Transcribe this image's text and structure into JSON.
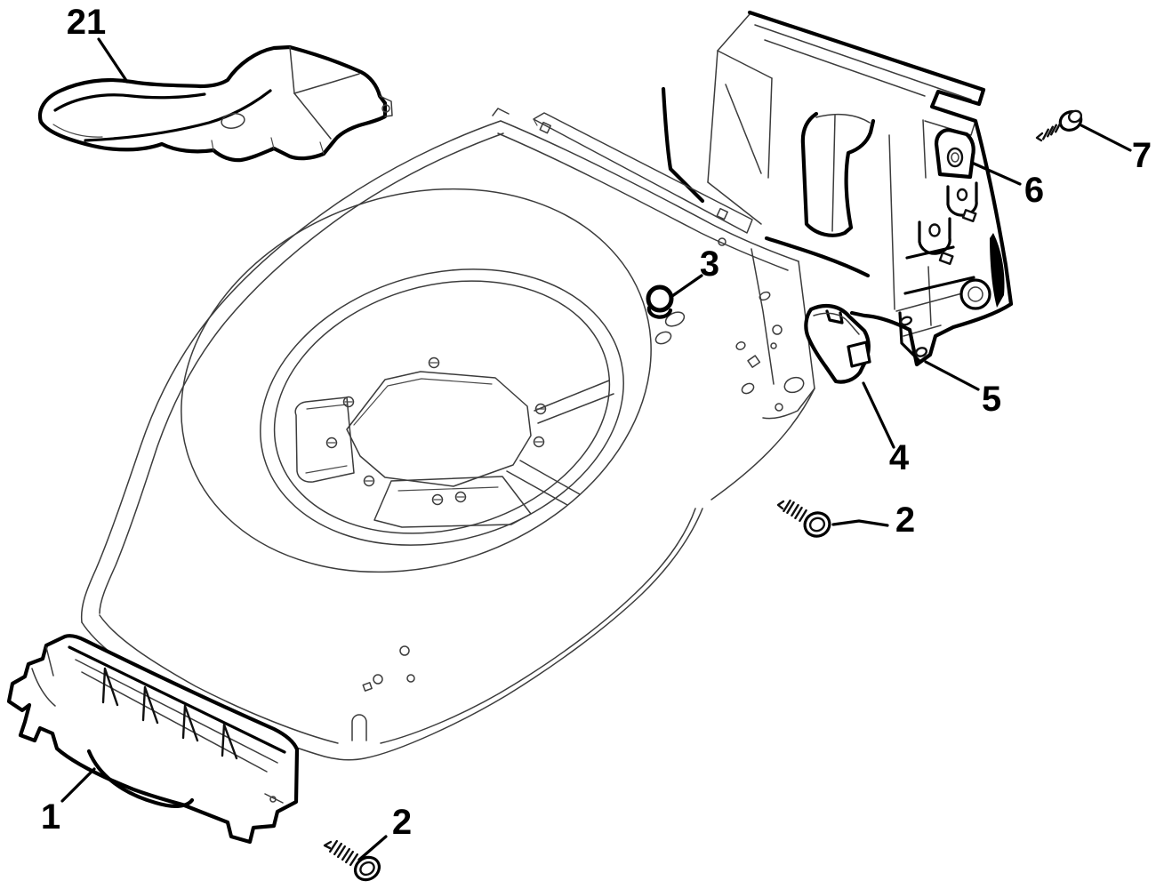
{
  "diagram": {
    "background_color": "#ffffff",
    "bold_line_color": "#000000",
    "thin_line_color": "#3c3c3c",
    "callouts": [
      {
        "label": "21"
      },
      {
        "label": "1"
      },
      {
        "label": "2"
      },
      {
        "label": "2"
      },
      {
        "label": "3"
      },
      {
        "label": "4"
      },
      {
        "label": "5"
      },
      {
        "label": "6"
      },
      {
        "label": "7"
      }
    ]
  }
}
